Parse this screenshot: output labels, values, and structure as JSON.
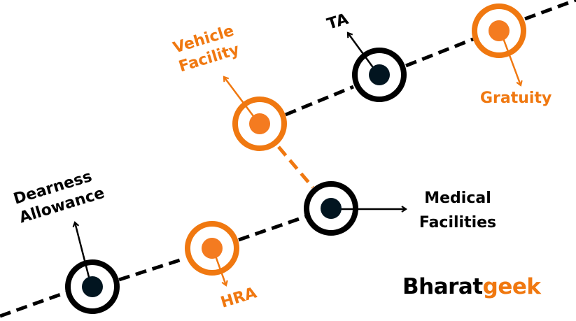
{
  "diagram": {
    "title": "Employee Allowances and Benefits Timeline",
    "colors": {
      "dark": "#000000",
      "dot_dark": "#021520",
      "accent": "#F07810",
      "background": "#FFFFFF"
    },
    "nodes": [
      {
        "id": "dearness",
        "lines": [
          "Dearness",
          "Allowance"
        ],
        "style": "dark"
      },
      {
        "id": "hra",
        "lines": [
          "HRA"
        ],
        "style": "accent"
      },
      {
        "id": "medical",
        "lines": [
          "Medical",
          "Facilities"
        ],
        "style": "dark"
      },
      {
        "id": "vehicle",
        "lines": [
          "Vehicle",
          "Facility"
        ],
        "style": "accent"
      },
      {
        "id": "ta",
        "lines": [
          "TA"
        ],
        "style": "dark"
      },
      {
        "id": "gratuity",
        "lines": [
          "Gratuity"
        ],
        "style": "accent"
      }
    ]
  },
  "logo": {
    "part1": "Bharat",
    "part2": "geek"
  }
}
